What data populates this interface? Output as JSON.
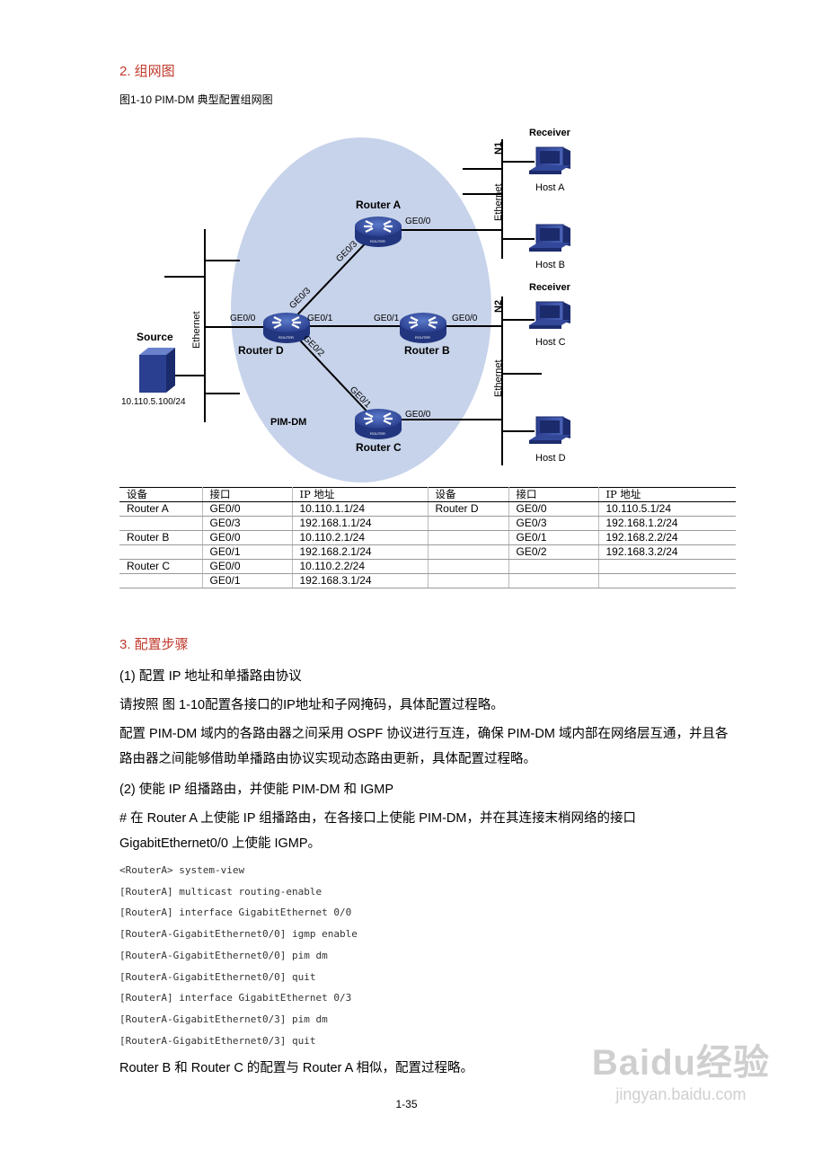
{
  "section2": {
    "title": "2. 组网图",
    "figure_title": "图1-10  PIM-DM 典型配置组网图"
  },
  "diagram": {
    "domain_label": "PIM-DM",
    "routers": {
      "a": {
        "name": "Router A",
        "iface_left": "GE0/3",
        "iface_right": "GE0/0",
        "icon_text": "ROUTER"
      },
      "b": {
        "name": "Router B",
        "iface_left": "GE0/1",
        "iface_right": "GE0/0",
        "icon_text": "ROUTER"
      },
      "c": {
        "name": "Router C",
        "iface_left": "GE0/1",
        "iface_right": "GE0/0",
        "icon_text": "ROUTER"
      },
      "d": {
        "name": "Router D",
        "iface_left": "GE0/0",
        "iface_right": "GE0/1",
        "iface_up": "GE0/3",
        "iface_down": "GE0/2",
        "icon_text": "ROUTER"
      }
    },
    "source": {
      "label": "Source",
      "ip": "10.110.5.100/24"
    },
    "ethernet_label": "Ethernet",
    "n1": "N1",
    "n2": "N2",
    "hosts": {
      "a": {
        "name": "Host A",
        "role": "Receiver"
      },
      "b": {
        "name": "Host B"
      },
      "c": {
        "name": "Host C",
        "role": "Receiver"
      },
      "d": {
        "name": "Host D"
      }
    }
  },
  "table": {
    "headers": [
      "设备",
      "接口",
      "IP 地址",
      "设备",
      "接口",
      "IP 地址"
    ],
    "rows": [
      [
        "Router A",
        "GE0/0",
        "10.110.1.1/24",
        "Router D",
        "GE0/0",
        "10.110.5.1/24"
      ],
      [
        "",
        "GE0/3",
        "192.168.1.1/24",
        "",
        "GE0/3",
        "192.168.1.2/24"
      ],
      [
        "Router B",
        "GE0/0",
        "10.110.2.1/24",
        "",
        "GE0/1",
        "192.168.2.2/24"
      ],
      [
        "",
        "GE0/1",
        "192.168.2.1/24",
        "",
        "GE0/2",
        "192.168.3.2/24"
      ],
      [
        "Router C",
        "GE0/0",
        "10.110.2.2/24",
        "",
        "",
        ""
      ],
      [
        "",
        "GE0/1",
        "192.168.3.1/24",
        "",
        "",
        ""
      ]
    ]
  },
  "section3": {
    "title": "3. 配置步骤",
    "step1": "(1)      配置 IP 地址和单播路由协议",
    "p1": "请按照 图 1-10配置各接口的IP地址和子网掩码，具体配置过程略。",
    "p2": "配置 PIM-DM 域内的各路由器之间采用 OSPF 协议进行互连，确保 PIM-DM 域内部在网络层互通，并且各路由器之间能够借助单播路由协议实现动态路由更新，具体配置过程略。",
    "step2": "(2)      使能 IP 组播路由，并使能 PIM-DM 和 IGMP",
    "p3": "#  在  Router  A  上使能  IP  组播路由，在各接口上使能  PIM-DM，并在其连接末梢网络的接口 GigabitEthernet0/0 上使能 IGMP。",
    "code": [
      "<RouterA> system-view",
      "[RouterA] multicast routing-enable",
      "[RouterA] interface GigabitEthernet 0/0",
      "[RouterA-GigabitEthernet0/0] igmp enable",
      "[RouterA-GigabitEthernet0/0] pim dm",
      "[RouterA-GigabitEthernet0/0] quit",
      "[RouterA] interface GigabitEthernet 0/3",
      "[RouterA-GigabitEthernet0/3] pim dm",
      "[RouterA-GigabitEthernet0/3] quit"
    ],
    "p4": "Router B 和 Router C 的配置与 Router A 相似，配置过程略。"
  },
  "page_number": "1-35",
  "watermark": {
    "brand": "Baidu经验",
    "url": "jingyan.baidu.com"
  }
}
